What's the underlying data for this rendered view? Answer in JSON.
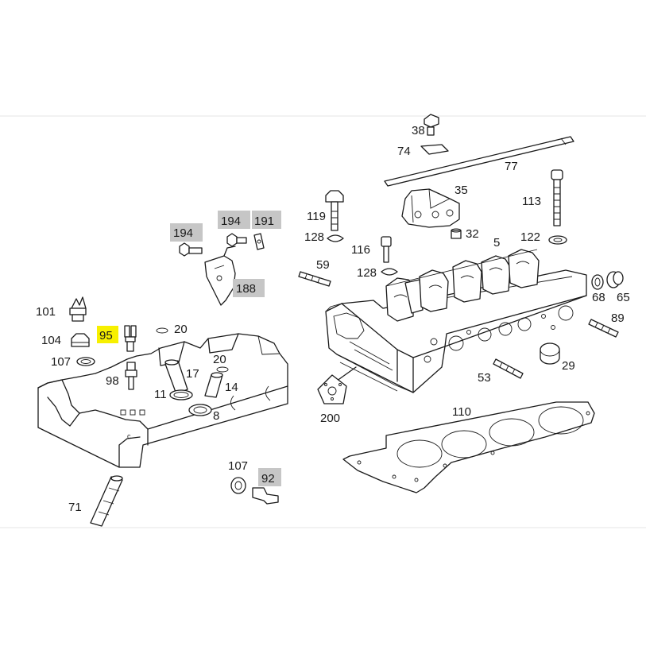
{
  "colors": {
    "background": "#ffffff",
    "line": "#1a1a1a",
    "callout_grey": "#c6c6c6",
    "callout_highlight": "#f7f000",
    "frame_line": "#e6e6e6"
  },
  "callouts": {
    "c38": "38",
    "c74": "74",
    "c77": "77",
    "c35": "35",
    "c113": "113",
    "c119": "119",
    "c128a": "128",
    "c32": "32",
    "c116": "116",
    "c5": "5",
    "c122": "122",
    "c59": "59",
    "c128b": "128",
    "c68": "68",
    "c65": "65",
    "c89": "89",
    "c194a": "194",
    "c194b": "194",
    "c191": "191",
    "c188": "188",
    "c101": "101",
    "c95": "95",
    "c20a": "20",
    "c104": "104",
    "c107a": "107",
    "c98": "98",
    "c20b": "20",
    "c17": "17",
    "c14": "14",
    "c11": "11",
    "c8": "8",
    "c53": "53",
    "c29": "29",
    "c200": "200",
    "c110": "110",
    "c71": "71",
    "c107b": "107",
    "c92": "92"
  }
}
